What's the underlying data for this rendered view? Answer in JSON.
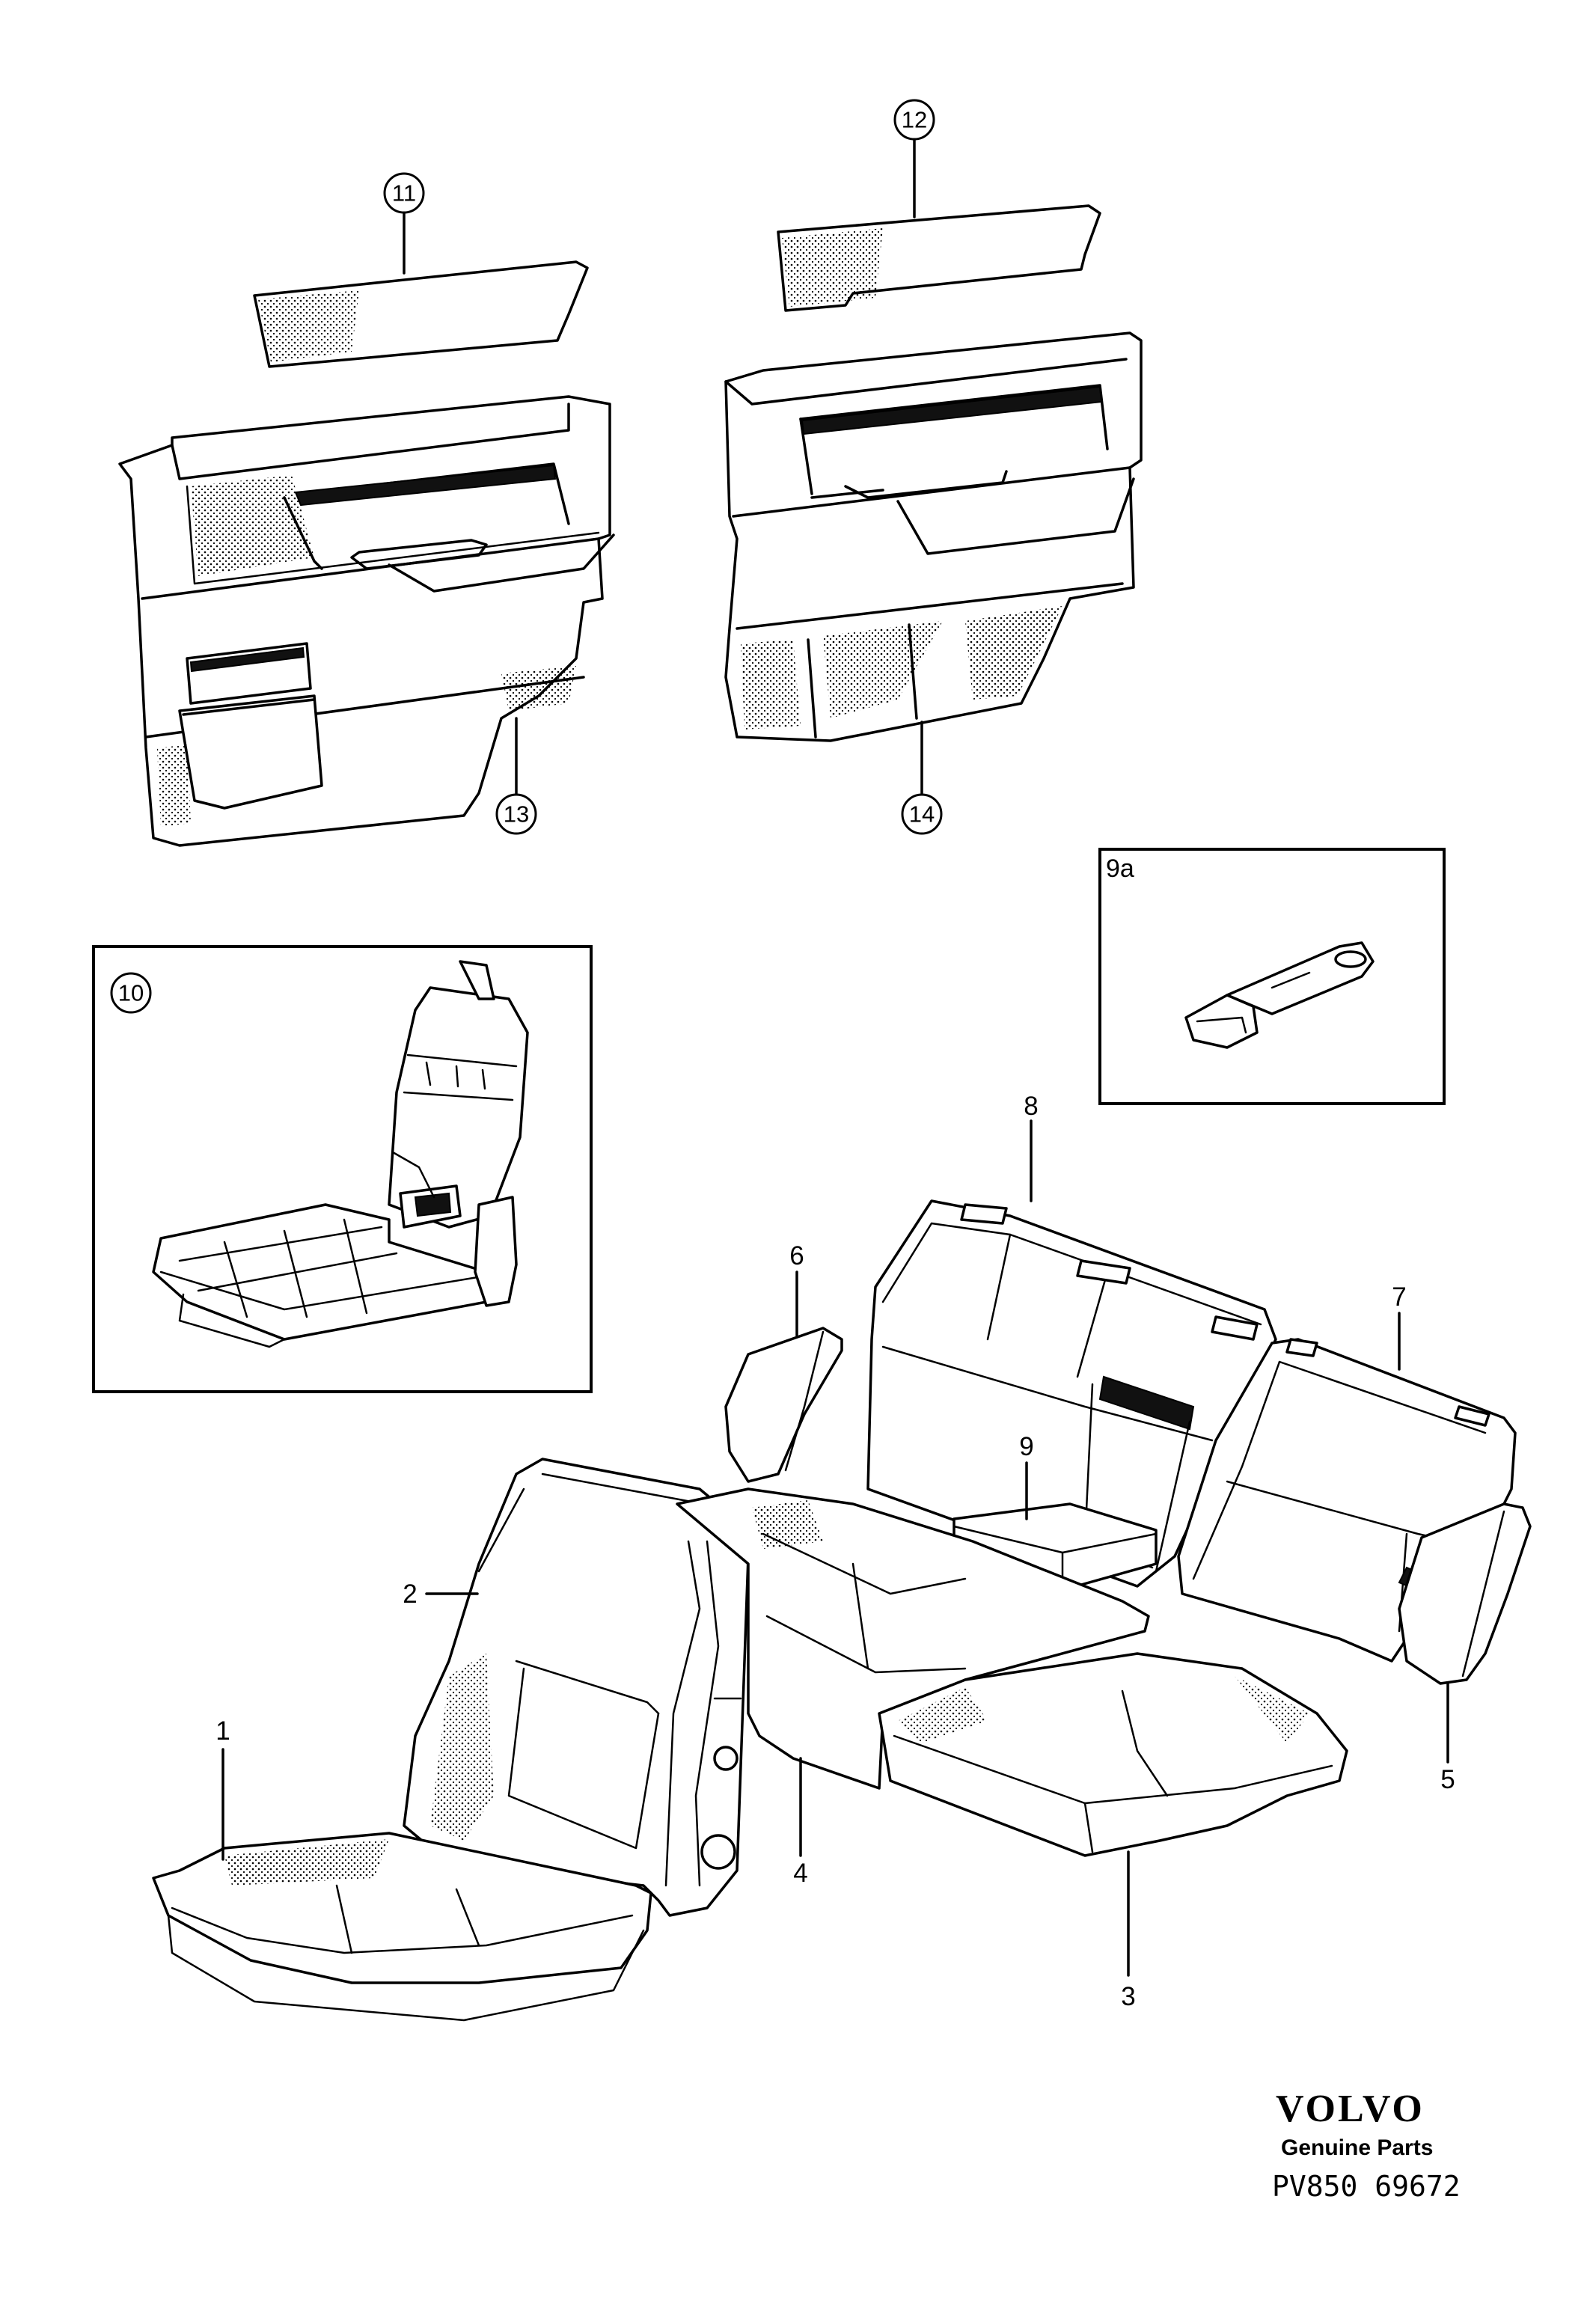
{
  "callouts": [
    {
      "id": "11",
      "label": "11"
    },
    {
      "id": "12",
      "label": "12"
    },
    {
      "id": "13",
      "label": "13"
    },
    {
      "id": "14",
      "label": "14"
    },
    {
      "id": "10",
      "label": "10"
    }
  ],
  "part_labels": {
    "p1": "1",
    "p2": "2",
    "p3": "3",
    "p4": "4",
    "p5": "5",
    "p6": "6",
    "p7": "7",
    "p8": "8",
    "p9": "9"
  },
  "inset_labels": {
    "box9a": "9a"
  },
  "brand": {
    "name": "VOLVO",
    "subtitle": "Genuine Parts",
    "code": "PV850  69672"
  }
}
